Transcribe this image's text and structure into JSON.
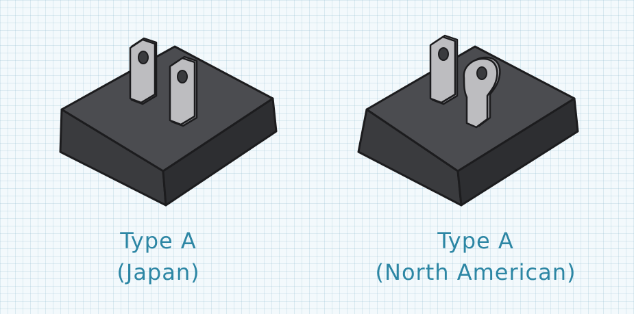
{
  "plugs": [
    {
      "title": "Type A",
      "subtitle": "(Japan)",
      "variant": "equal-prongs"
    },
    {
      "title": "Type A",
      "subtitle": "(North American)",
      "variant": "polarized-prongs"
    }
  ],
  "colors": {
    "caption": "#2c86a4",
    "body_top": "#4b4c50",
    "body_front": "#3a3b3e",
    "body_side": "#2d2e31",
    "prong_fill": "#b8b8bb",
    "outline": "#1c1c1e"
  }
}
